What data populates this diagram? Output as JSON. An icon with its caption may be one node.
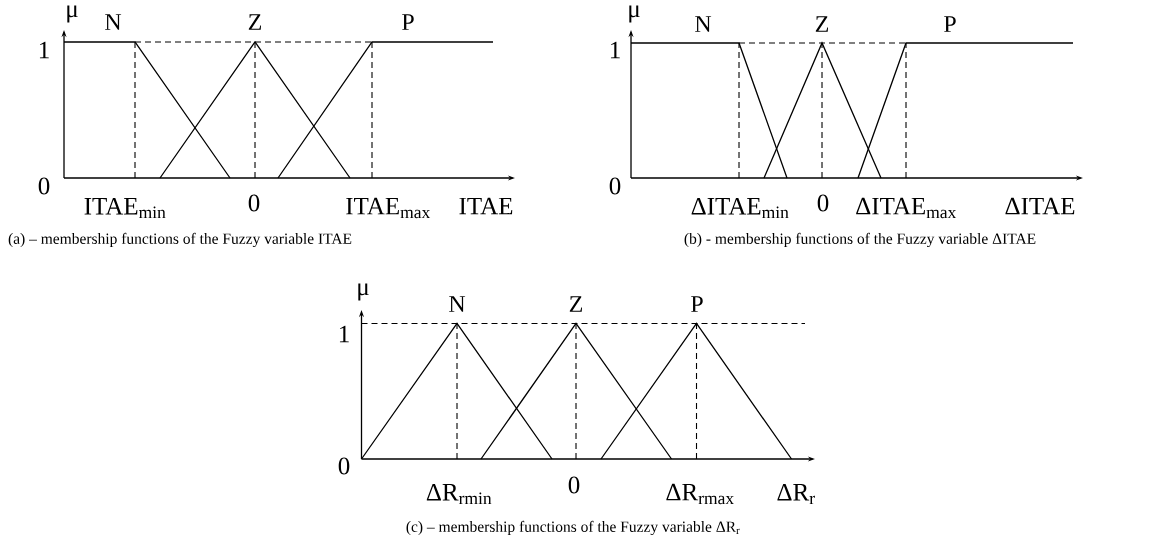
{
  "diagram": {
    "labels": [
      "μ",
      "N",
      "Z",
      "P",
      "1",
      "0",
      "ITAE$_{min}$",
      "0",
      "ITAE$_{max}$",
      "ITAE",
      "(a) – membership functions of the Fuzzy variable ITAE",
      "μ",
      "N",
      "Z",
      "P",
      "1",
      "0",
      "ΔITAE$_{min}$",
      "0",
      "ΔITAE$_{max}$",
      "ΔITAE",
      "(b) - membership functions of the Fuzzy variable ΔITAE",
      "μ",
      "N",
      "Z",
      "P",
      "1",
      "0",
      "ΔR$_{rmin}$",
      "0",
      "ΔR$_{rmax}$",
      "ΔR$_{r}$",
      "(c) – membership functions of the Fuzzy variable ΔR$_{r}$"
    ]
  }
}
